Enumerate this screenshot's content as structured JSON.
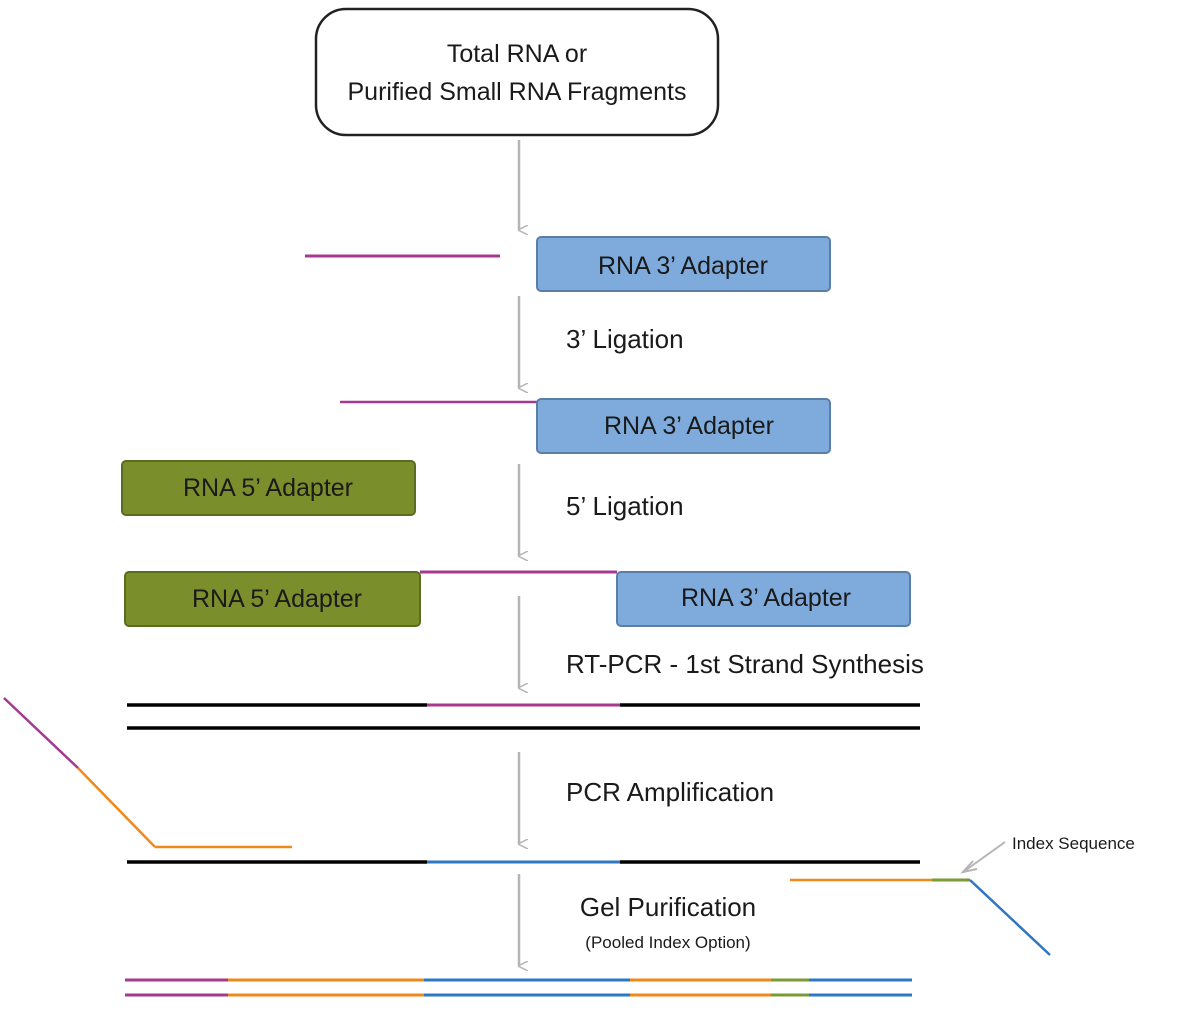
{
  "colors": {
    "rna": "#a4398f",
    "adapter3_fill": "#7fabdc",
    "adapter5_fill": "#7a8f2c",
    "dna": "#000000",
    "blue_strand": "#2f76c3",
    "orange_strand": "#ef8a1a",
    "index_green": "#7a9a35",
    "arrow": "#b5b5b5"
  },
  "start": {
    "line1": "Total RNA or",
    "line2": "Purified Small RNA Fragments"
  },
  "adapters": {
    "three_prime": "RNA 3’ Adapter",
    "five_prime": "RNA 5’ Adapter"
  },
  "steps": {
    "ligation3": "3’ Ligation",
    "ligation5": "5’ Ligation",
    "rtpcr": "RT-PCR - 1st Strand Synthesis",
    "pcr": "PCR Amplification",
    "gel": "Gel Purification",
    "gel_sub": "(Pooled Index Option)"
  },
  "annotations": {
    "index_sequence": "Index Sequence"
  }
}
